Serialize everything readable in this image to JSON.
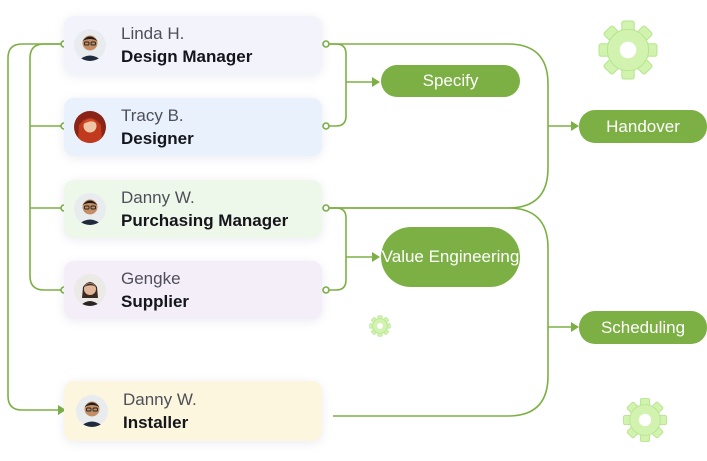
{
  "people": [
    {
      "name": "Linda H.",
      "role": "Design Manager",
      "card_color": "#f3f4fb",
      "avatar": "man-glasses-icon"
    },
    {
      "name": "Tracy B.",
      "role": "Designer",
      "card_color": "#e8f1fc",
      "avatar": "woman-red-hair-icon"
    },
    {
      "name": "Danny W.",
      "role": "Purchasing Manager",
      "card_color": "#eef8ea",
      "avatar": "man-glasses-icon"
    },
    {
      "name": "Gengke",
      "role": "Supplier",
      "card_color": "#f3eef8",
      "avatar": "woman-dark-hair-icon"
    },
    {
      "name": "Danny W.",
      "role": "Installer",
      "card_color": "#fcf6de",
      "avatar": "man-glasses-icon"
    }
  ],
  "stages": {
    "specify": "Specify",
    "value_engineering": "Value Engineering",
    "handover": "Handover",
    "scheduling": "Scheduling"
  },
  "colors": {
    "accent": "#7cb044",
    "connector": "#7cb044",
    "gear_light": "#d2f3b0",
    "gear_dark": "#b6e68d"
  },
  "decorations": [
    "gear-icon",
    "gear-icon",
    "gear-icon"
  ]
}
